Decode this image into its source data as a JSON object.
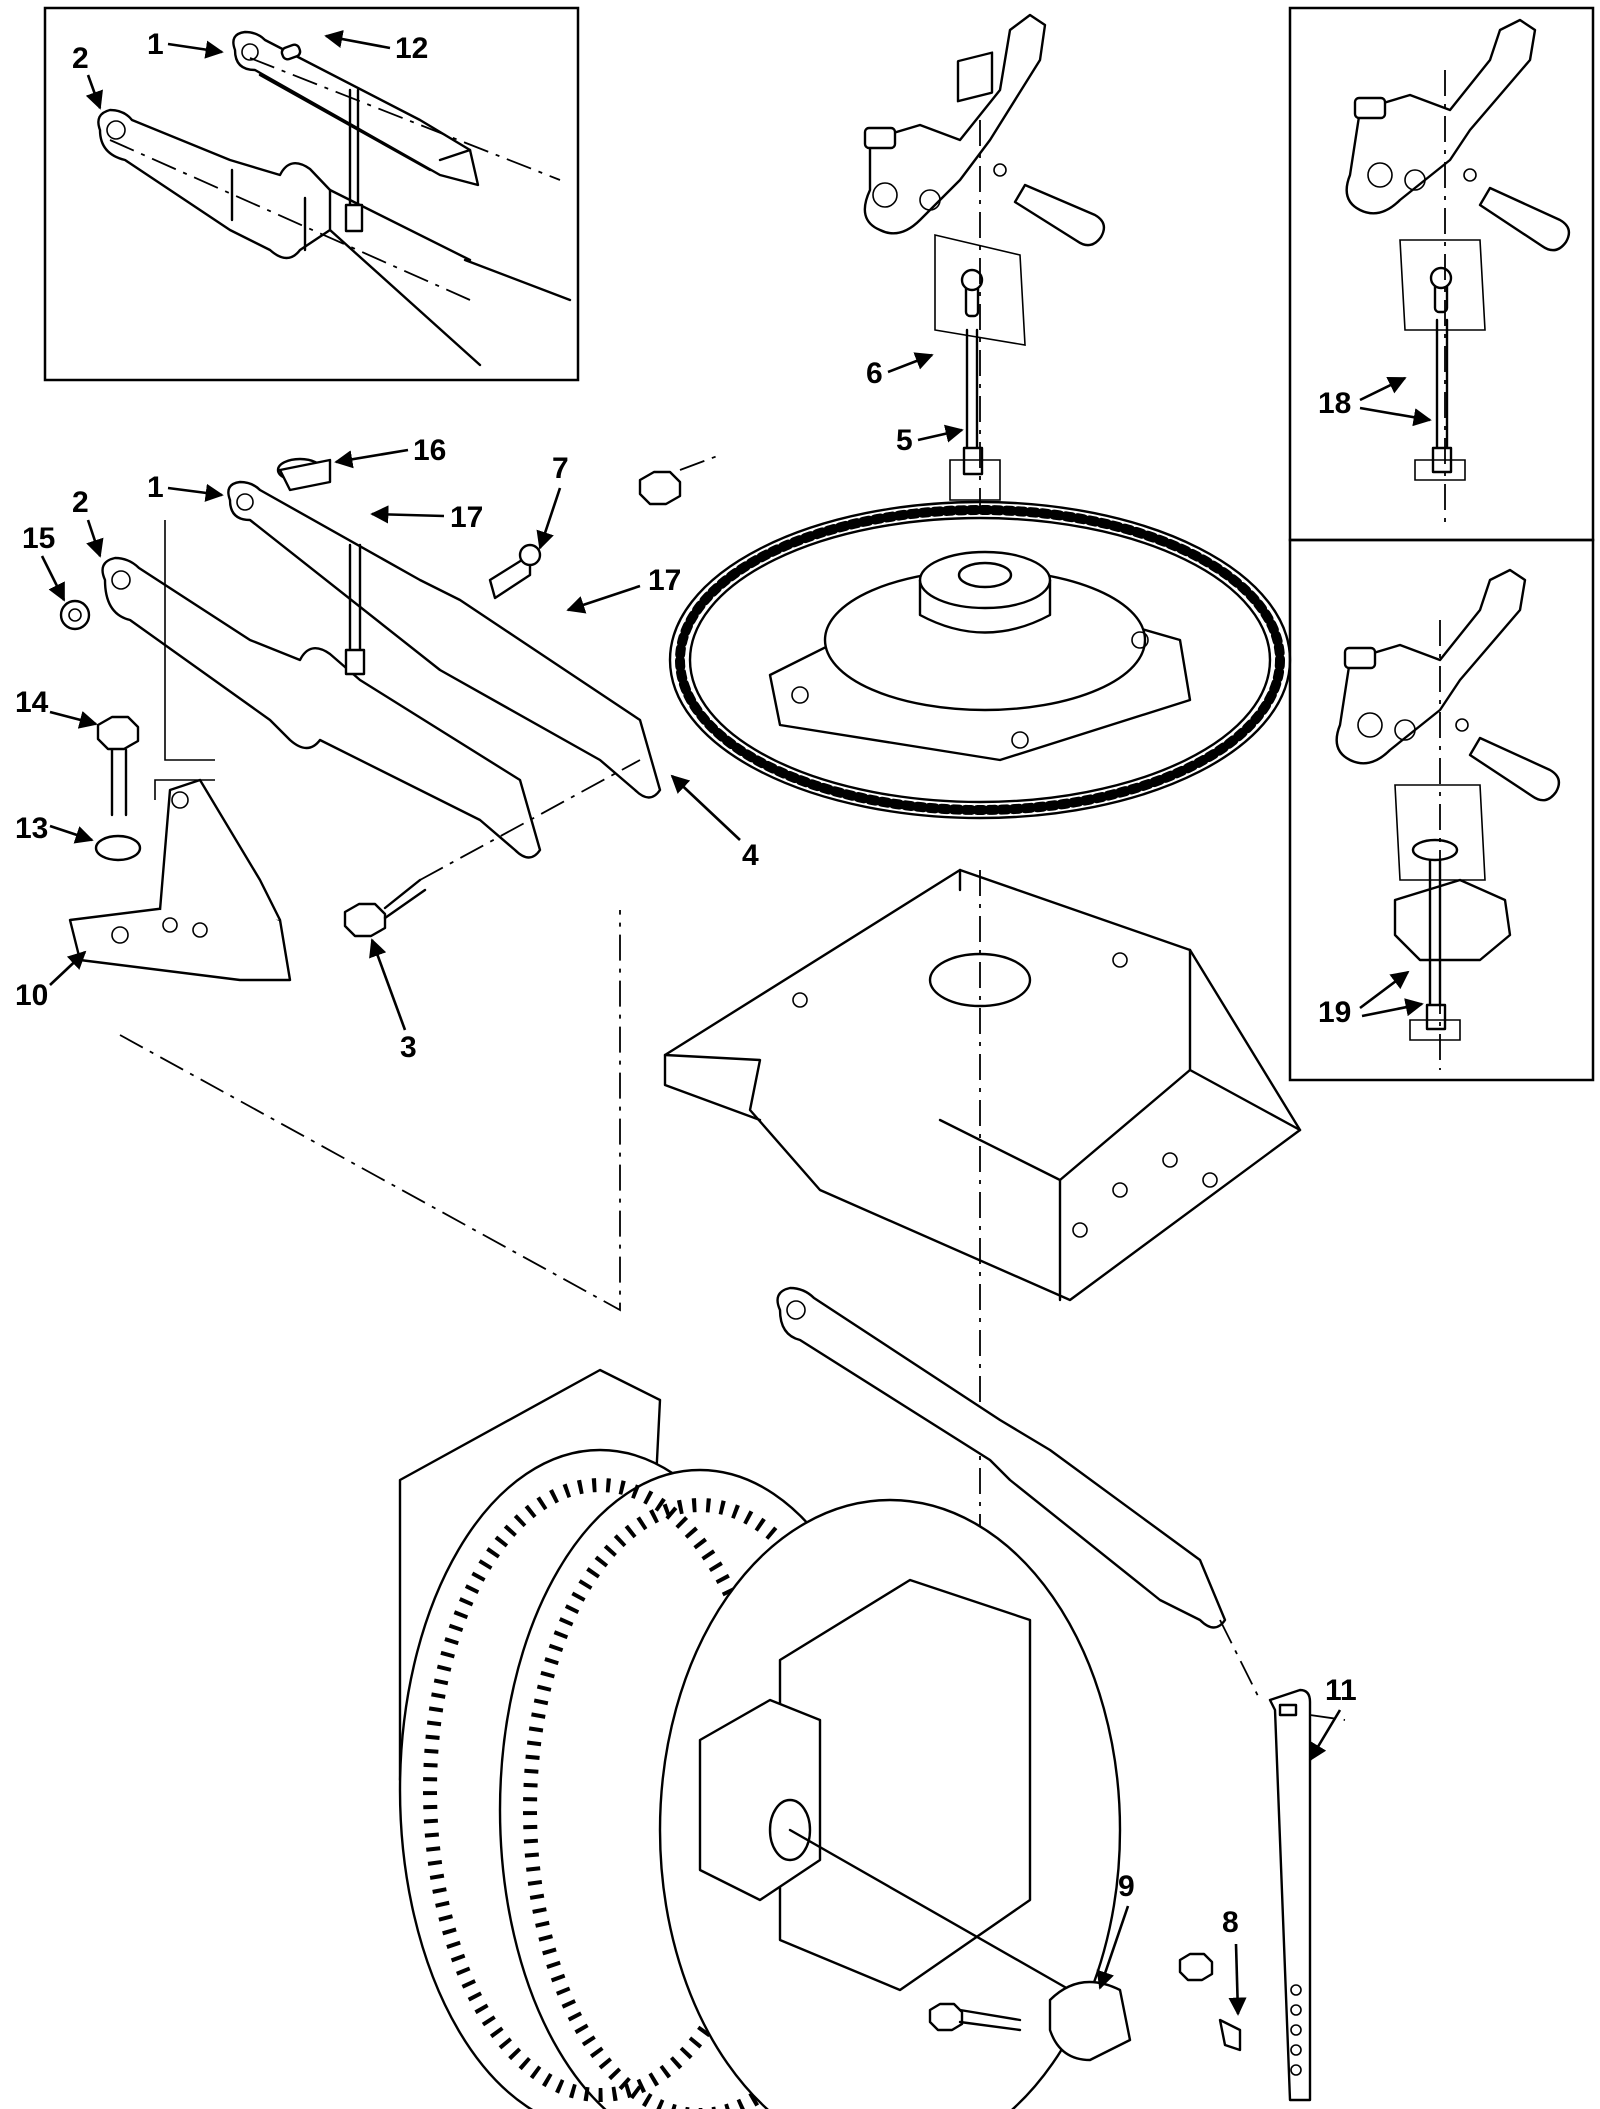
{
  "callouts": [
    {
      "id": "c1a",
      "label": "1"
    },
    {
      "id": "c2a",
      "label": "2"
    },
    {
      "id": "c12",
      "label": "12"
    },
    {
      "id": "c6",
      "label": "6"
    },
    {
      "id": "c5",
      "label": "5"
    },
    {
      "id": "c18",
      "label": "18"
    },
    {
      "id": "c1b",
      "label": "1"
    },
    {
      "id": "c16",
      "label": "16"
    },
    {
      "id": "c7",
      "label": "7"
    },
    {
      "id": "c2b",
      "label": "2"
    },
    {
      "id": "c17a",
      "label": "17"
    },
    {
      "id": "c15",
      "label": "15"
    },
    {
      "id": "c17b",
      "label": "17"
    },
    {
      "id": "c14",
      "label": "14"
    },
    {
      "id": "c4",
      "label": "4"
    },
    {
      "id": "c13",
      "label": "13"
    },
    {
      "id": "c10",
      "label": "10"
    },
    {
      "id": "c3",
      "label": "3"
    },
    {
      "id": "c19",
      "label": "19"
    },
    {
      "id": "c11",
      "label": "11"
    },
    {
      "id": "c9",
      "label": "9"
    },
    {
      "id": "c8",
      "label": "8"
    }
  ]
}
